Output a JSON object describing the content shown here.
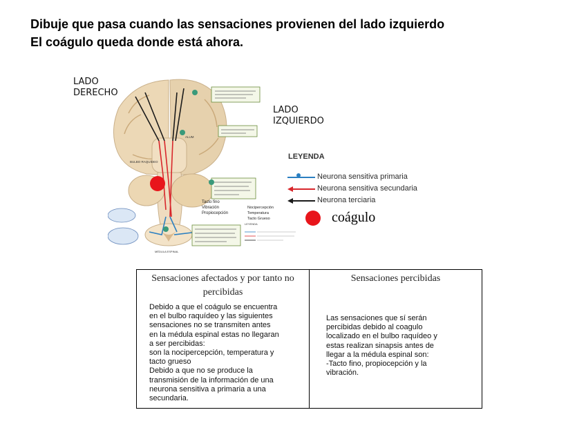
{
  "heading_line1": "Dibuje que pasa cuando las sensaciones provienen del lado izquierdo",
  "heading_line2": "El coágulo queda donde está ahora.",
  "side_right": [
    "LADO",
    "DERECHO"
  ],
  "side_left": [
    "LADO",
    "IZQUIERDO"
  ],
  "figure_labels": {
    "alum": "ALUM",
    "bulbo": "BULBO\nRAQUÍDEO",
    "tacto_fino": "Tacto fino",
    "vibracion": "Vibración",
    "propiocepcion": "Propiocepción",
    "nocipercepcion": "Nocipercepción",
    "temperatura": "Temperatura",
    "tacto_grueso": "Tacto Grueso",
    "medula": "MÉDULA ESPINAL",
    "mini_legend": "LEYENDA"
  },
  "legend": {
    "title": "LEYENDA",
    "items": [
      {
        "label": "Neurona sensitiva primaria",
        "color": "#2a7fc1"
      },
      {
        "label": "Neurona sensitiva secundaria",
        "color": "#d8262b"
      },
      {
        "label": "Neurona terciaria",
        "color": "#1a1a1a"
      }
    ]
  },
  "clot": {
    "label": "coágulo",
    "color": "#e8151b"
  },
  "table": {
    "col1_header": "Sensaciones afectados y por tanto no percibidas",
    "col1_lines": [
      "Debido a que el coágulo se encuentra",
      "en el bulbo raquídeo y las siguientes",
      "sensaciones no se transmiten antes",
      "en la médula espinal estas no llegaran",
      "a ser percibidas:",
      "son la nocipercepción, temperatura  y",
      "tacto grueso",
      "Debido a que no se produce la",
      "transmisión de la información de una",
      "neurona sensitiva a primaria a una",
      "secundaria."
    ],
    "col2_header": "Sensaciones percibidas",
    "col2_lines": [
      "Las sensaciones que sí serán",
      "percibidas debido al coagulo",
      "localizado en el bulbo raquídeo y",
      "estas realizan sinapsis antes de",
      "llegar a la médula espinal son:",
      "-Tacto fino, propiocepción y la",
      "vibración."
    ]
  }
}
